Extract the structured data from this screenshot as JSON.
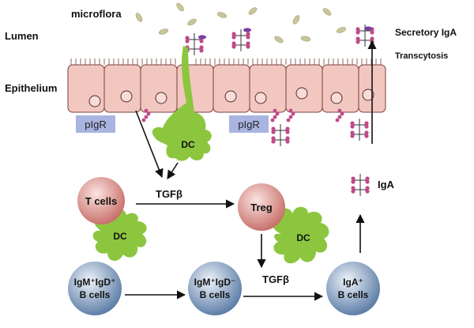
{
  "labels": {
    "microflora": "microflora",
    "lumen": "Lumen",
    "epithelium": "Epithelium",
    "secretory_iga": "Secretory IgA",
    "transcytosis": "Transcytosis",
    "pigr_left": "pIgR",
    "pigr_right": "pIgR",
    "tgfb_top": "TGFβ",
    "tgfb_bottom": "TGFβ",
    "iga": "IgA"
  },
  "cells": {
    "dc_top": "DC",
    "dc_middle": "DC",
    "dc_right": "DC",
    "t_cells": "T cells",
    "treg": "Treg",
    "naive_b_line1": "IgM⁺IgD⁺",
    "naive_b_line2": "B cells",
    "mid_b_line1": "IgM⁺IgD⁻",
    "mid_b_line2": "B cells",
    "iga_b_line1": "IgA⁺",
    "iga_b_line2": "B cells"
  },
  "colors": {
    "epithelial_cell": "#f2c7c0",
    "dendritic_cell": "#8cc63f",
    "t_cell": "#e8a6a0",
    "b_cell": "#9fb7d6",
    "pigr_box": "#aab4e0",
    "microbe": "#c9c69a",
    "antibody": "#c04a8a",
    "arrow": "#111111"
  }
}
